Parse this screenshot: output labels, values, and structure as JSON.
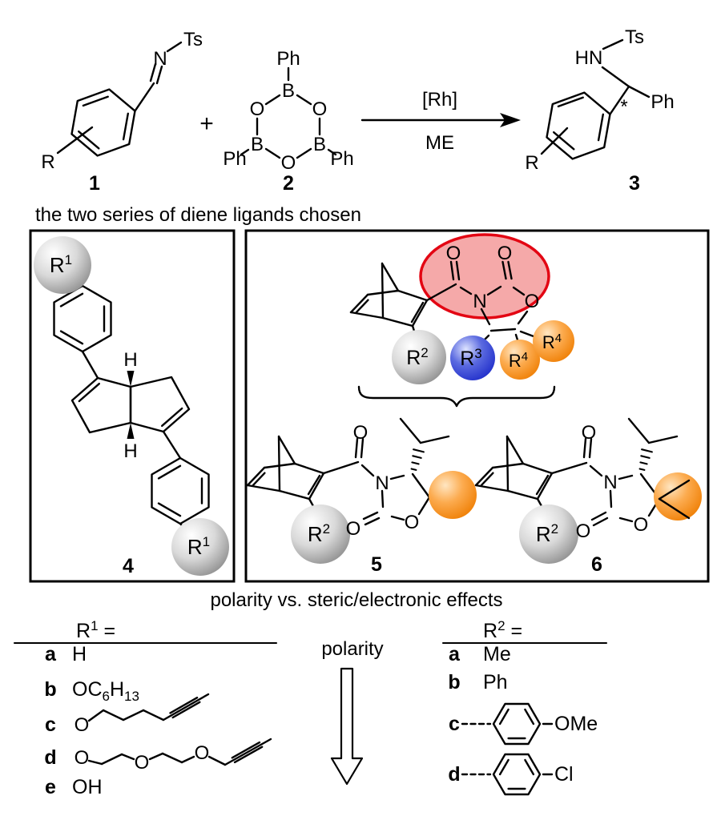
{
  "colors": {
    "bond": "#000000",
    "highlight_fill": "#f5a9a9",
    "highlight_stroke": "#e30613",
    "sphere_gray_light": "#ffffff",
    "sphere_gray_mid": "#d9d9d9",
    "sphere_gray_dark": "#8a8a8a",
    "sphere_blue_light": "#dde3ff",
    "sphere_blue_mid": "#5b6ae0",
    "sphere_blue_dark": "#1d2bc9",
    "sphere_orange_light": "#ffe6c2",
    "sphere_orange_mid": "#fcab4f",
    "sphere_orange_dark": "#ee7c00",
    "polarity_text": "#949494"
  },
  "rgroups": {
    "r1_base": "R",
    "r1_sup": "1",
    "r2_base": "R",
    "r2_sup": "2",
    "r3_base": "R",
    "r3_sup": "3",
    "r4_base": "R",
    "r4_sup": "4"
  },
  "reaction": {
    "compound1": {
      "number": "1",
      "n_label": "N",
      "ts_label": "Ts",
      "r_label": "R"
    },
    "plus": "+",
    "compound2": {
      "number": "2",
      "b_label": "B",
      "o_label": "O",
      "ph_label": "Ph"
    },
    "arrow": {
      "top": "[Rh]",
      "bottom": "ME"
    },
    "compound3": {
      "number": "3",
      "hn_label": "HN",
      "ts_label": "Ts",
      "ph_label": "Ph",
      "r_label": "R",
      "stereo_label": "*"
    }
  },
  "captions": {
    "series": "the two series of diene ligands chosen",
    "effects": "polarity vs. steric/electronic effects",
    "polarity": "polarity"
  },
  "ligand4": {
    "number": "4",
    "h_label": "H"
  },
  "generic_ligand": {
    "n_label": "N",
    "o_acyl": "O",
    "o_carbamate": "O",
    "o_ring": "O"
  },
  "ligand5": {
    "number": "5",
    "n_label": "N",
    "o_acyl": "O",
    "o_exo": "O",
    "o_ring": "O"
  },
  "ligand6": {
    "number": "6",
    "n_label": "N",
    "o_acyl": "O",
    "o_exo": "O",
    "o_ring": "O"
  },
  "r1_table": {
    "header_base": "R",
    "header_sup": "1",
    "header_eq": " =",
    "rows": [
      {
        "key": "a",
        "value": "H"
      },
      {
        "key": "b",
        "pre": "OC",
        "sub1": "6",
        "mid": "H",
        "sub2": "13"
      },
      {
        "key": "c",
        "o": "O",
        "structure": "hex-5-ynyloxy-chain"
      },
      {
        "key": "d",
        "o1": "O",
        "o2": "O",
        "o3": "O",
        "structure": "propargyl-diethyleneglycol-chain"
      },
      {
        "key": "e",
        "value": "OH"
      }
    ]
  },
  "r2_table": {
    "header_base": "R",
    "header_sup": "2",
    "header_eq": " =",
    "rows": [
      {
        "key": "a",
        "value": "Me"
      },
      {
        "key": "b",
        "value": "Ph"
      },
      {
        "key": "c",
        "substituent": "OMe",
        "structure": "para-phenylene"
      },
      {
        "key": "d",
        "substituent": "Cl",
        "structure": "para-phenylene"
      }
    ]
  }
}
